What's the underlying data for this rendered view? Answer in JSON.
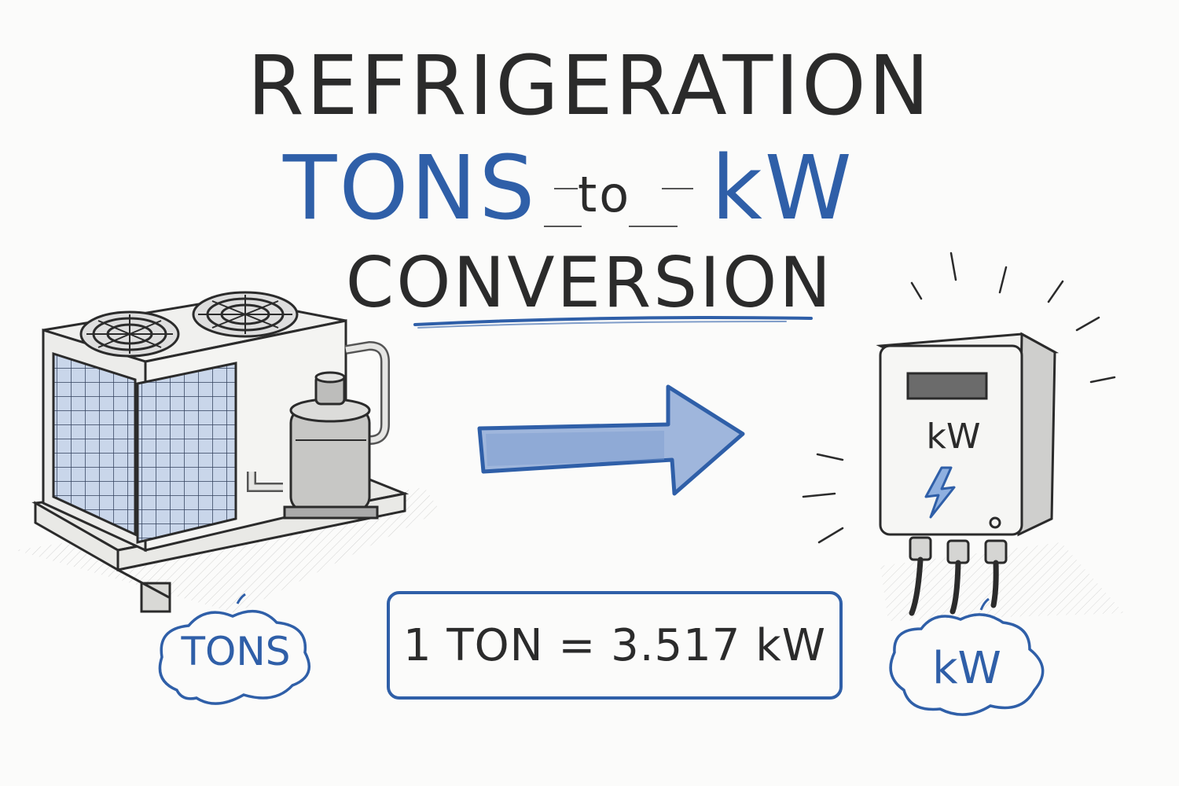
{
  "title": {
    "line1": "REFRIGERATION",
    "from_unit": "TONS",
    "connector": "to",
    "to_unit": "kW",
    "line3": "CONVERSION"
  },
  "formula": "1 TON = 3.517 kW",
  "left_label": "TONS",
  "right_label": "kW",
  "meter_label": "kW",
  "colors": {
    "accent": "#2f5fa8",
    "ink": "#2b2b2b",
    "paper": "#fbfbfa"
  }
}
